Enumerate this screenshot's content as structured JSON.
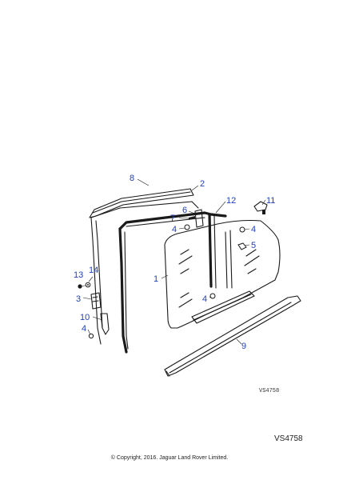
{
  "diagram": {
    "drawing_ref": "VS4758",
    "callouts": [
      "8",
      "2",
      "12",
      "11",
      "6",
      "7",
      "4",
      "4",
      "5",
      "13",
      "14",
      "1",
      "3",
      "4",
      "10",
      "4",
      "9"
    ]
  },
  "footer": {
    "ref_code": "VS4758",
    "copyright": "© Copyright, 2016. Jaguar Land Rover Limited."
  }
}
